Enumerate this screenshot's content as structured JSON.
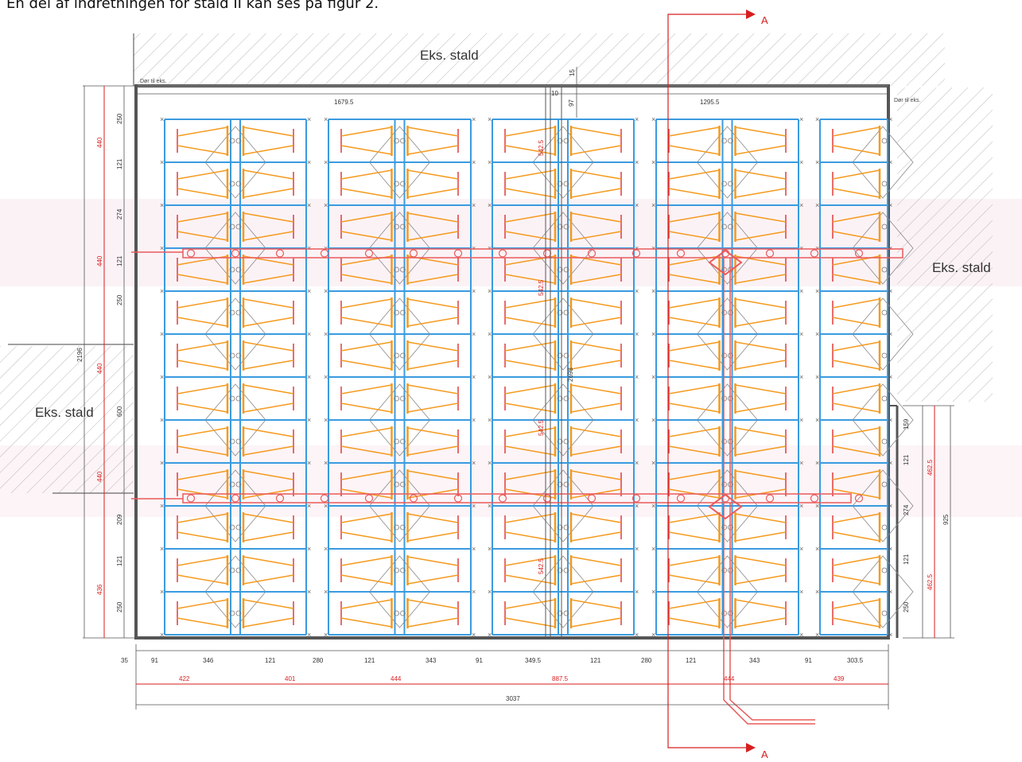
{
  "caption": "En del af indretningen for stald II kan ses på figur 2.",
  "labels": {
    "eks_top": "Eks. stald",
    "eks_right": "Eks. stald",
    "eks_left": "Eks. stald",
    "door_left": "Dør til eks.",
    "door_right": "Dør til eks.",
    "section_top": "A",
    "section_bottom": "A"
  },
  "dims": {
    "top_left": "1679.5",
    "top_right": "1295.5",
    "top_small_a": "10",
    "top_small_b": "15",
    "top_small_c": "97",
    "left_red": [
      "440",
      "440",
      "440",
      "440",
      "436"
    ],
    "left_black": [
      "250",
      "121",
      "274",
      "121",
      "250",
      "600",
      "209",
      "121",
      "250"
    ],
    "left_total": "2196",
    "mid_red": [
      "542.5",
      "542.5",
      "542.5",
      "542.5"
    ],
    "mid_black": "2698",
    "right_black": [
      "159",
      "121",
      "274",
      "121",
      "250"
    ],
    "right_red": [
      "462.5",
      "462.5"
    ],
    "right_total": "925",
    "bottom_black": [
      "35",
      "91",
      "346",
      "121",
      "280",
      "121",
      "343",
      "91",
      "349.5",
      "121",
      "280",
      "121",
      "343",
      "91",
      "303.5"
    ],
    "bottom_red": [
      "422",
      "401",
      "444",
      "887.5",
      "444",
      "439"
    ],
    "bottom_total": "3037"
  },
  "colors": {
    "pen_frame": "#3a9be0",
    "stall_orange": "#f59a1e",
    "stall_red": "#e23b3b",
    "pipe_red": "#ea5a5a",
    "dimension_red": "#d81e1e",
    "line_dark": "#555555",
    "hatch": "#9a9a9a",
    "paper_tint": "#f9eaf0"
  }
}
